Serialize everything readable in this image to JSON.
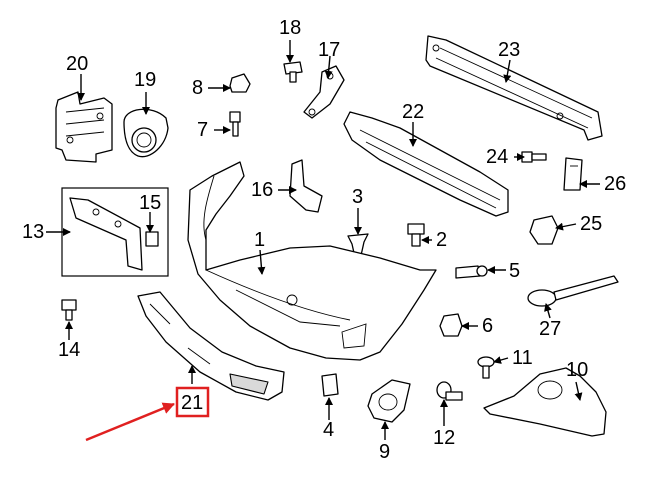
{
  "callouts": {
    "c1": "1",
    "c2": "2",
    "c3": "3",
    "c4": "4",
    "c5": "5",
    "c6": "6",
    "c7": "7",
    "c8": "8",
    "c9": "9",
    "c10": "10",
    "c11": "11",
    "c12": "12",
    "c13": "13",
    "c14": "14",
    "c15": "15",
    "c16": "16",
    "c17": "17",
    "c18": "18",
    "c19": "19",
    "c20": "20",
    "c21": "21",
    "c22": "22",
    "c23": "23",
    "c24": "24",
    "c25": "25",
    "c26": "26",
    "c27": "27"
  },
  "highlight": {
    "part": "21",
    "box_color": "#e02020",
    "arrow_color": "#e02020"
  }
}
